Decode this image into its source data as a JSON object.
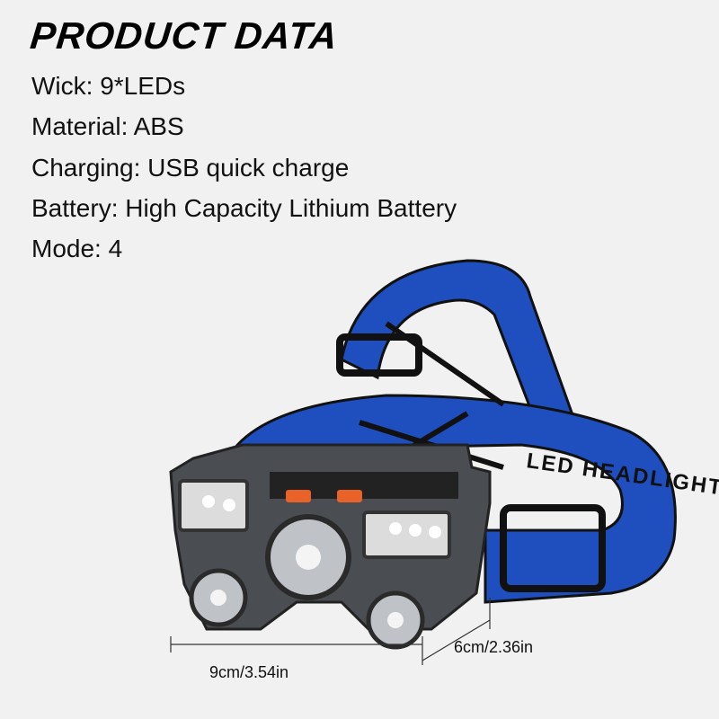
{
  "title": "PRODUCT DATA",
  "specs": [
    "Wick: 9*LEDs",
    "Material: ABS",
    "Charging: USB quick charge",
    "Battery: High Capacity Lithium Battery",
    "Mode: 4"
  ],
  "dimensions": {
    "width": "9cm/3.54in",
    "depth": "6cm/2.36in"
  },
  "strap_print": "LED HEADLIGHT",
  "colors": {
    "strap": "#1f4fbf",
    "body": "#4a4d52",
    "button": "#e8622a"
  }
}
